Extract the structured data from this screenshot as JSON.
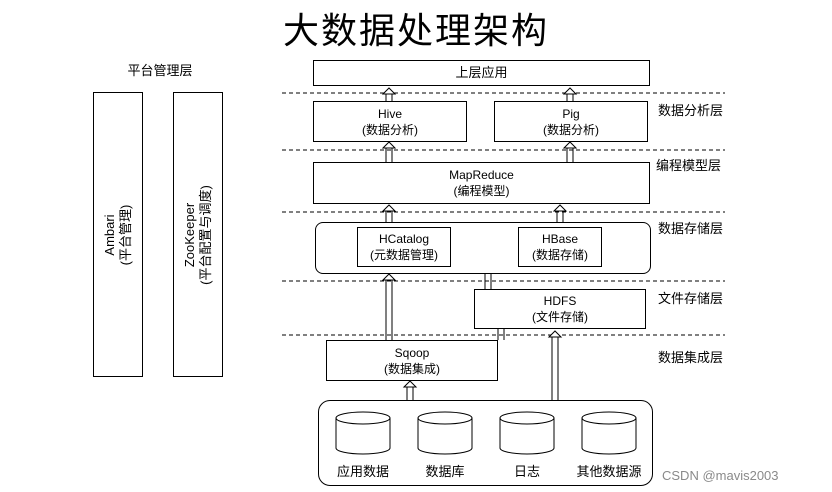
{
  "title": "大数据处理架构",
  "platform": {
    "label": "平台管理层",
    "ambari": {
      "name": "Ambari",
      "desc": "(平台管理)"
    },
    "zookeeper": {
      "name": "ZooKeeper",
      "desc": "(平台配置与调度)"
    }
  },
  "layers": {
    "analysis": "数据分析层",
    "programming": "编程模型层",
    "storage": "数据存储层",
    "file_storage": "文件存储层",
    "integration": "数据集成层"
  },
  "boxes": {
    "upper": "上层应用",
    "hive": {
      "name": "Hive",
      "desc": "(数据分析)"
    },
    "pig": {
      "name": "Pig",
      "desc": "(数据分析)"
    },
    "mapreduce": {
      "name": "MapReduce",
      "desc": "(编程模型)"
    },
    "hcatalog": {
      "name": "HCatalog",
      "desc": "(元数据管理)"
    },
    "hbase": {
      "name": "HBase",
      "desc": "(数据存储)"
    },
    "hdfs": {
      "name": "HDFS",
      "desc": "(文件存储)"
    },
    "sqoop": {
      "name": "Sqoop",
      "desc": "(数据集成)"
    }
  },
  "sources": [
    "应用数据",
    "数据库",
    "日志",
    "其他数据源"
  ],
  "watermark": "CSDN @mavis2003"
}
